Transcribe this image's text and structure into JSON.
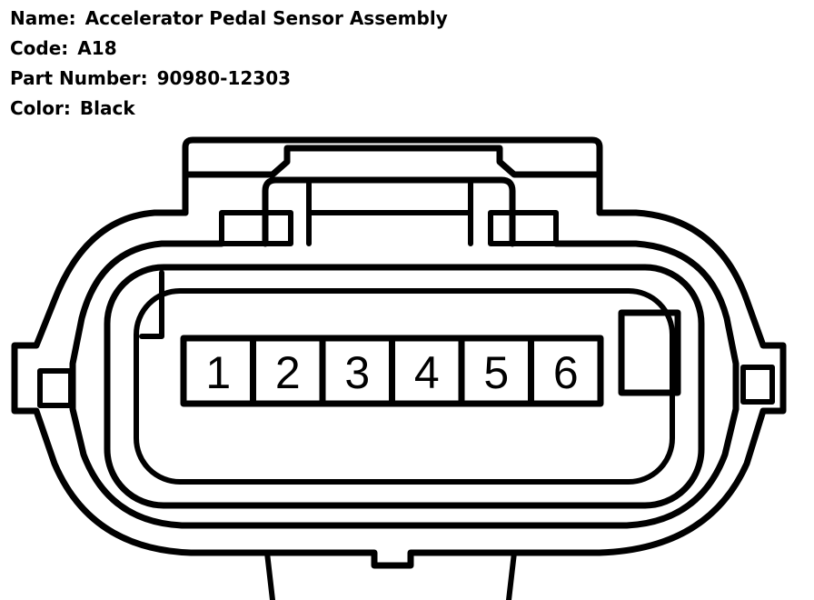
{
  "info": {
    "name_label": "Name:",
    "name_value": "Accelerator Pedal Sensor Assembly",
    "code_label": "Code:",
    "code_value": "A18",
    "part_label": "Part Number:",
    "part_value": "90980-12303",
    "color_label": "Color:",
    "color_value": "Black"
  },
  "connector": {
    "pins": [
      "1",
      "2",
      "3",
      "4",
      "5",
      "6"
    ],
    "stroke_color": "#000000",
    "fill_color": "#ffffff"
  }
}
